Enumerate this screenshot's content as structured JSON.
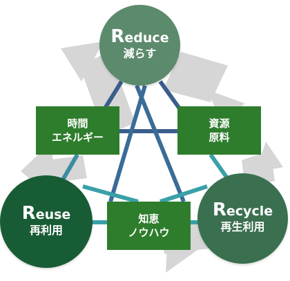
{
  "colors": {
    "background": "#ffffff",
    "recycle_arrows": "#d6d6d6",
    "link_dark": "#3a5e8c",
    "link_teal": "#3aa0a8",
    "box_fill": "#2e7d2c",
    "reduce_fill": "#5c8a6c",
    "reuse_fill": "#185c35",
    "recycle_fill": "#3a6f50",
    "text": "#ffffff"
  },
  "background_icon": "recycle-arrows-icon",
  "circles": {
    "reduce": {
      "en_initial": "R",
      "en_rest": "educe",
      "ja": "減らす"
    },
    "reuse": {
      "en_initial": "R",
      "en_rest": "euse",
      "ja": "再利用"
    },
    "recycle": {
      "en_initial": "R",
      "en_rest": "ecycle",
      "ja": "再生利用"
    }
  },
  "boxes": {
    "time": {
      "line1": "時間",
      "line2": "エネルギー"
    },
    "resource": {
      "line1": "資源",
      "line2": "原料"
    },
    "wisdom": {
      "line1": "知恵",
      "line2": "ノウハウ"
    }
  }
}
